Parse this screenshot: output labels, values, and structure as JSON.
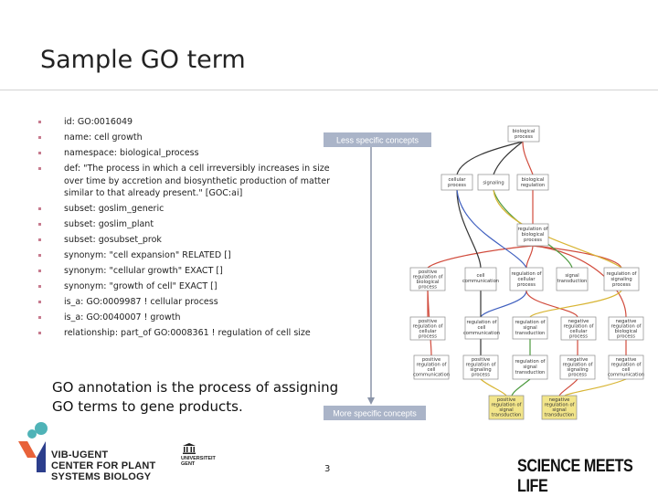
{
  "slide": {
    "title": "Sample GO term",
    "bullets": [
      {
        "label": "id: ",
        "value": "GO:0016049"
      },
      {
        "label": "",
        "value": "name: cell growth"
      },
      {
        "label": "",
        "value": "namespace: biological_process"
      },
      {
        "label": "",
        "value": "def: \"The process in which a cell irreversibly increases in size over time by accretion and biosynthetic production of matter similar to that already present.\" [GOC:ai]"
      },
      {
        "label": "",
        "value": "subset: goslim_generic"
      },
      {
        "label": "",
        "value": "subset: goslim_plant"
      },
      {
        "label": "",
        "value": "subset: gosubset_prok"
      },
      {
        "label": "",
        "value": "synonym: \"cell expansion\" RELATED []"
      },
      {
        "label": "",
        "value": "synonym: \"cellular growth\" EXACT []"
      },
      {
        "label": "",
        "value": "synonym: \"growth of cell\" EXACT []"
      },
      {
        "label": "",
        "value": "is_a: GO:0009987 ! cellular process"
      },
      {
        "label": "",
        "value": "is_a: GO:0040007 ! growth"
      },
      {
        "label": "",
        "value": "relationship: part_of GO:0008361 ! regulation of cell size"
      }
    ],
    "annotation": "GO annotation is the process of assigning GO terms to gene products.",
    "page_number": "3"
  },
  "diagram": {
    "less_specific": "Less specific concepts",
    "more_specific": "More specific concepts",
    "nodes": {
      "biological_process": [
        "biological",
        "process"
      ],
      "cellular_process": [
        "cellular",
        "process"
      ],
      "signaling": [
        "signaling"
      ],
      "biological_regulation": [
        "biological",
        "regulation"
      ],
      "regulation_of_biological_process": [
        "regulation of",
        "biological",
        "process"
      ],
      "positive_regulation_of_biological_process": [
        "positive",
        "regulation of",
        "biological",
        "process"
      ],
      "cell_communication": [
        "cell",
        "communication"
      ],
      "regulation_of_cellular_process": [
        "regulation of",
        "cellular",
        "process"
      ],
      "signal_transduction": [
        "signal",
        "transduction"
      ],
      "regulation_of_signaling_process": [
        "regulation of",
        "signaling",
        "process"
      ],
      "negative_regulation_of_biological_process": [
        "negative",
        "regulation of",
        "biological",
        "process"
      ],
      "positive_regulation_of_cellular_process": [
        "positive",
        "regulation of",
        "cellular",
        "process"
      ],
      "regulation_of_cell_communication": [
        "regulation of",
        "cell",
        "communication"
      ],
      "negative_regulation_of_cellular_process": [
        "negative",
        "regulation of",
        "cellular",
        "process"
      ],
      "positive_regulation_of_cell_communication": [
        "positive",
        "regulation of",
        "cell",
        "communication"
      ],
      "positive_regulation_of_signaling_process": [
        "positive",
        "regulation of",
        "signaling",
        "process"
      ],
      "regulation_of_signal_transduction": [
        "regulation of",
        "signal",
        "transduction"
      ],
      "negative_regulation_of_signaling_process": [
        "negative",
        "regulation of",
        "signaling",
        "process"
      ],
      "positive_regulation_of_signal_transduction": [
        "positive",
        "regulation of",
        "signal",
        "transduction"
      ],
      "negative_regulation_of_signal_transduction": [
        "negative",
        "regulation of",
        "signal",
        "transduction"
      ]
    },
    "colors": {
      "label_bg": "#aab4c8",
      "label_text": "#ffffff",
      "node_border": "#8a8a8a",
      "node_highlight": "#f2e58a",
      "edge_black": "#333333",
      "edge_red": "#d14b3c",
      "edge_green": "#4c9a3e",
      "edge_blue": "#3f5fbf",
      "edge_yellow": "#d8b534"
    }
  },
  "footer": {
    "vib_lines": [
      "VIB-UGENT",
      "CENTER FOR PLANT",
      "SYSTEMS BIOLOGY"
    ],
    "ugent_lines": [
      "UNIVERSITEIT",
      "GENT"
    ],
    "tagline": "SCIENCE MEETS LIFE",
    "logo_colors": [
      "#e8623a",
      "#4fb3b7",
      "#2c3e8c"
    ]
  }
}
